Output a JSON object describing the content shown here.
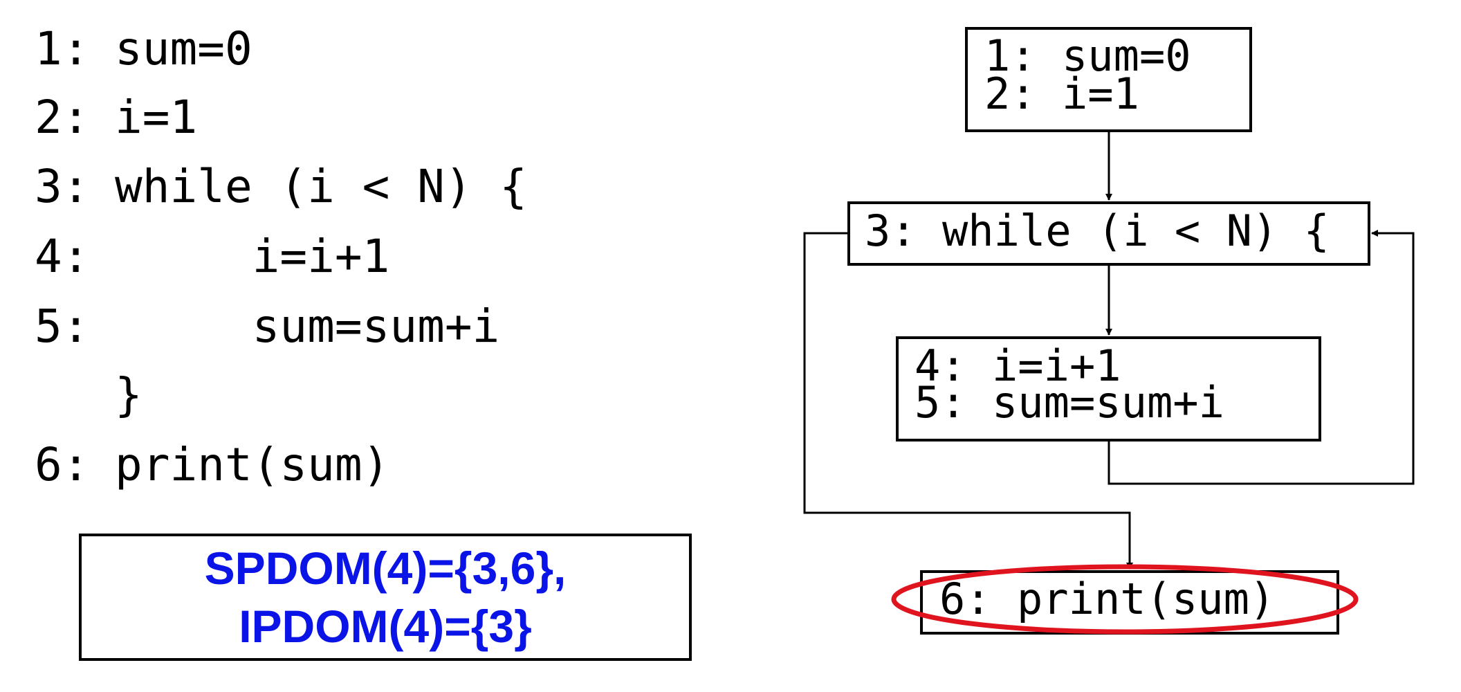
{
  "code": {
    "lines": [
      {
        "num": "1:",
        "text": "sum=0"
      },
      {
        "num": "2:",
        "text": "i=1"
      },
      {
        "num": "3:",
        "text": "while (i < N) {"
      },
      {
        "num": "4:",
        "text": "     i=i+1"
      },
      {
        "num": "5:",
        "text": "     sum=sum+i"
      },
      {
        "num": "",
        "text": "}"
      },
      {
        "num": "6:",
        "text": "print(sum)"
      }
    ]
  },
  "result": {
    "line1": "SPDOM(4)={3,6},",
    "line2": "IPDOM(4)={3}",
    "color": "#0a14e6"
  },
  "cfg": {
    "block1": {
      "line1": "1: sum=0",
      "line2": "2: i=1"
    },
    "block3": {
      "line1": "3: while (i < N) {"
    },
    "block45": {
      "line1": "4:  i=i+1",
      "line2": "5:  sum=sum+i"
    },
    "block6": {
      "line1": "6: print(sum)"
    },
    "highlight_color": "#e0141e"
  }
}
